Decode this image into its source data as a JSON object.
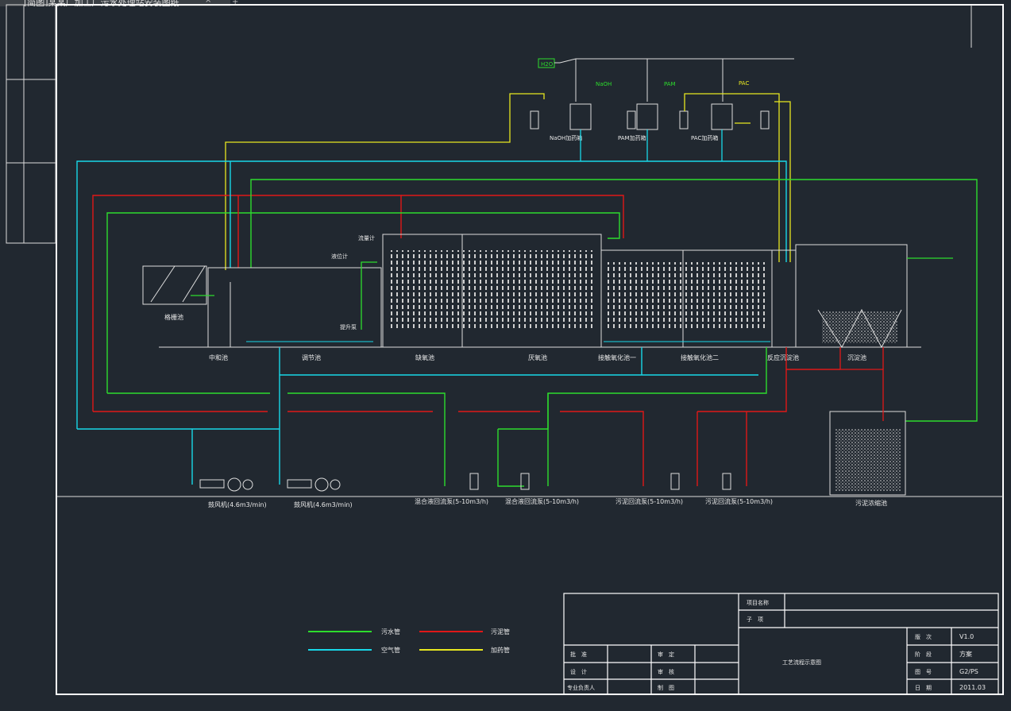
{
  "window": {
    "tab_title": "[简图]某某厂加工厂污水处理站安装图纸",
    "tab_close": "×",
    "tab_add": "+"
  },
  "colors": {
    "background": "#212830",
    "sewage_pipe": "#2ddc2d",
    "sludge_pipe": "#e01818",
    "air_pipe": "#18d8e8",
    "dosing_pipe": "#e8e820",
    "frame": "#ffffff"
  },
  "chem": {
    "h2o": "H2O",
    "naoh": "NaOH",
    "pam": "PAM",
    "pac": "PAC",
    "naoh_tank": "NaOH加药箱",
    "pam_tank": "PAM加药箱",
    "pac_tank": "PAC加药箱"
  },
  "tanks": {
    "screen": "格栅池",
    "neutral": "中和池",
    "regulate": "调节池",
    "anoxic": "缺氧池",
    "anaerobic": "厌氧池",
    "contact1": "接触氧化池一",
    "contact2": "接触氧化池二",
    "reaction": "反应沉淀池",
    "settle": "沉淀池",
    "sludge": "污泥浓缩池"
  },
  "equipment": {
    "blower1": "鼓风机(4.6m3/min)",
    "blower2": "鼓风机(4.6m3/min)",
    "mix_pump1": "混合液回流泵(5-10m3/h)",
    "mix_pump2": "混合液回流泵(5-10m3/h)",
    "sludge_pump1": "污泥回流泵(5-10m3/h)",
    "sludge_pump2": "污泥回流泵(5-10m3/h)",
    "level_meter": "液位计",
    "lift_pump": "提升泵",
    "flow_meter": "流量计"
  },
  "legend": {
    "sewage": "污水管",
    "sludge": "污泥管",
    "air": "空气管",
    "dosing": "加药管"
  },
  "title_block": {
    "project_label": "项目名称",
    "subproject_label": "子　项",
    "drawing_name": "工艺流程示意图",
    "approve": "批　准",
    "check": "审　定",
    "design": "设　计",
    "review": "审　核",
    "resp": "专业负责人",
    "draw": "制　图",
    "version_label": "版　次",
    "version": "V1.0",
    "stage_label": "阶　段",
    "stage": "方案",
    "num_label": "图　号",
    "num": "G2/PS",
    "date_label": "日　期",
    "date": "2011.03"
  }
}
